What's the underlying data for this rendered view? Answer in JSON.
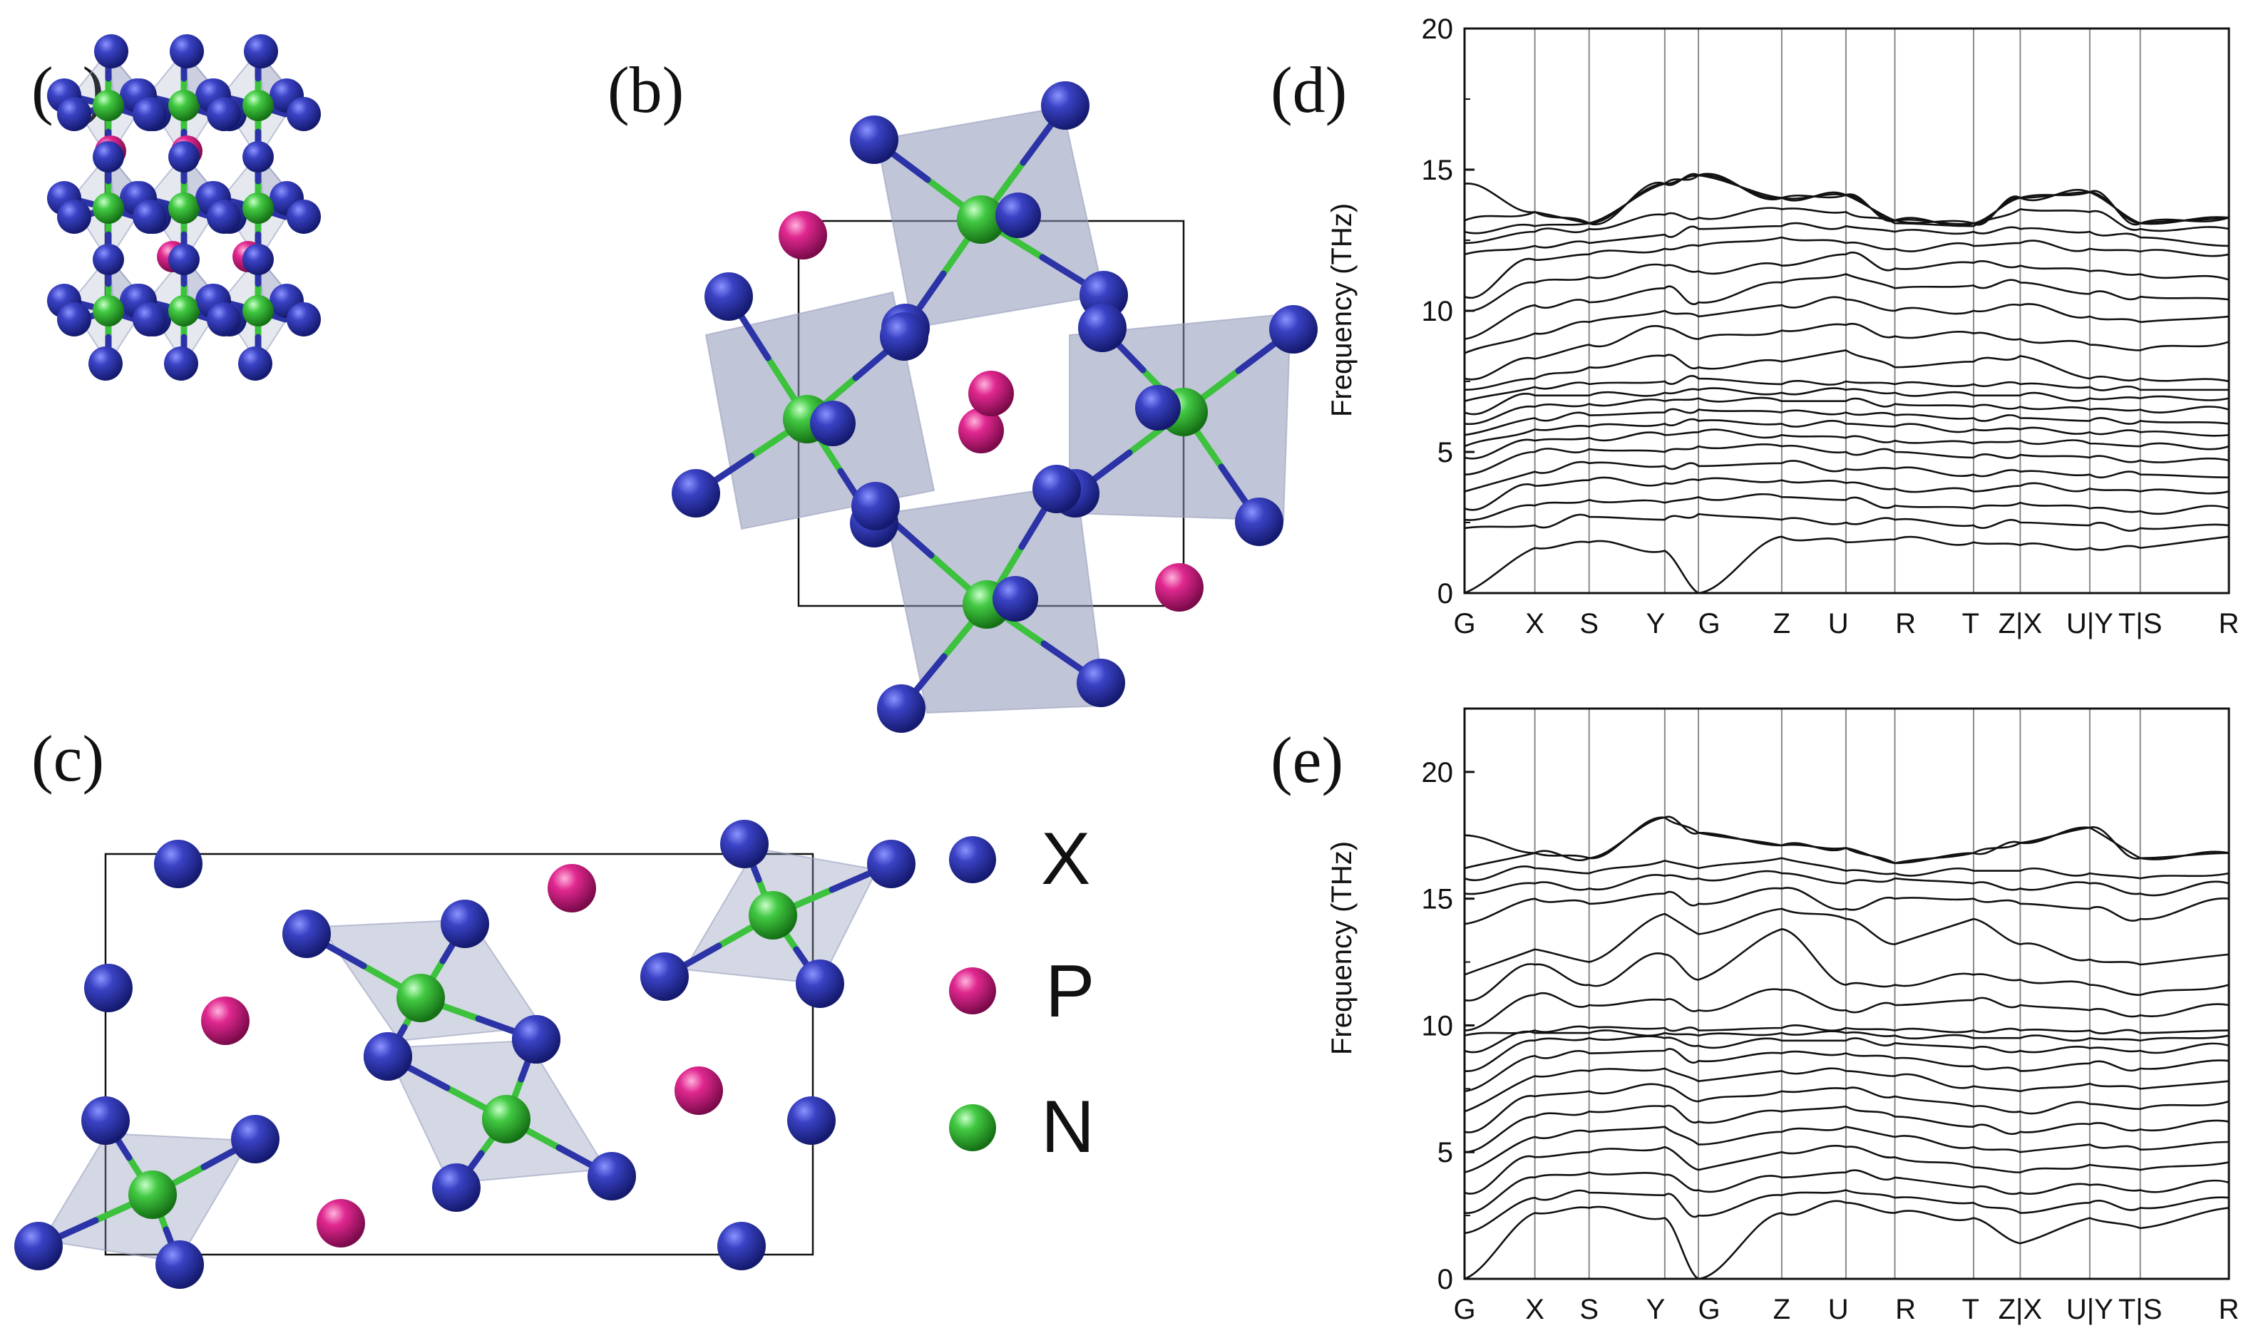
{
  "panels": {
    "a": "(a)",
    "b": "(b)",
    "c": "(c)",
    "d": "(d)",
    "e": "(e)"
  },
  "legend": [
    {
      "label": "X",
      "color": "#2b33a6"
    },
    {
      "label": "P",
      "color": "#d81b86"
    },
    {
      "label": "N",
      "color": "#3cc23c"
    }
  ],
  "colors": {
    "x_atom": "#2b33a6",
    "p_atom": "#d81b86",
    "n_atom": "#3cc23c",
    "octahedron": "#8e96b8"
  },
  "chart_data": [
    {
      "type": "line",
      "panel": "(d)",
      "ylabel": "Frequency (THz)",
      "ylim": [
        0,
        20
      ],
      "yticks": [
        0,
        5,
        10,
        15,
        20
      ],
      "kpath": [
        "G",
        "X",
        "S",
        "Y",
        "G",
        "Z",
        "U",
        "R",
        "T",
        "Z|X",
        "U|Y",
        "T|S",
        "R"
      ],
      "grid_vertical": true,
      "bands_at_kpoints": [
        [
          0,
          2.3,
          2.6,
          3.0,
          3.6,
          4.2,
          4.8,
          5.2,
          5.6,
          6.0,
          6.4,
          6.8,
          7.2,
          7.6,
          8.5,
          9.0,
          10.0,
          10.5,
          12.0,
          12.4,
          12.8,
          13.2,
          14.5
        ],
        [
          1.6,
          2.4,
          3.1,
          3.8,
          4.3,
          5.0,
          5.4,
          5.8,
          6.2,
          6.6,
          7.0,
          7.3,
          7.6,
          8.3,
          9.2,
          10.2,
          11.0,
          11.8,
          12.3,
          12.8,
          13.0,
          13.5
        ],
        [
          1.8,
          2.7,
          3.3,
          4.0,
          4.6,
          5.1,
          5.5,
          5.9,
          6.3,
          6.7,
          7.0,
          7.4,
          8.0,
          8.8,
          9.6,
          10.3,
          11.2,
          12.0,
          12.4,
          12.9,
          13.1
        ],
        [
          1.5,
          2.6,
          3.2,
          3.9,
          4.5,
          5.0,
          5.6,
          6.0,
          6.4,
          6.8,
          7.1,
          7.5,
          8.4,
          9.4,
          10.0,
          10.8,
          11.6,
          12.2,
          12.7,
          13.4,
          14.5
        ],
        [
          0,
          2.8,
          3.4,
          4.0,
          4.5,
          5.2,
          5.7,
          6.1,
          6.5,
          6.9,
          7.2,
          7.6,
          8.0,
          9.0,
          9.8,
          10.3,
          11.4,
          12.3,
          12.9,
          13.3,
          14.8
        ],
        [
          2.0,
          2.6,
          3.4,
          4.0,
          4.6,
          5.2,
          5.6,
          6.0,
          6.4,
          6.8,
          7.1,
          7.4,
          8.2,
          9.3,
          10.2,
          11.0,
          11.6,
          12.6,
          13.0,
          13.6,
          14.0
        ],
        [
          1.8,
          2.5,
          3.3,
          3.9,
          4.4,
          5.0,
          5.5,
          6.0,
          6.4,
          6.8,
          7.2,
          7.5,
          8.6,
          9.5,
          10.4,
          11.3,
          12.0,
          12.4,
          13.0,
          13.5,
          14.1
        ],
        [
          1.9,
          2.6,
          3.1,
          3.7,
          4.4,
          5.0,
          5.4,
          5.9,
          6.3,
          6.7,
          7.1,
          7.4,
          8.0,
          9.1,
          10.0,
          10.8,
          11.5,
          12.2,
          12.8,
          13.1,
          13.2
        ],
        [
          1.8,
          2.4,
          3.0,
          3.6,
          4.2,
          4.8,
          5.3,
          5.8,
          6.2,
          6.6,
          7.0,
          7.4,
          8.2,
          9.2,
          10.0,
          10.9,
          11.7,
          12.3,
          12.8,
          13.0,
          13.1
        ],
        [
          1.7,
          2.5,
          3.2,
          3.8,
          4.3,
          4.9,
          5.4,
          5.8,
          6.2,
          6.6,
          7.0,
          7.4,
          8.4,
          9.0,
          10.2,
          11.0,
          11.6,
          12.4,
          12.9,
          13.6,
          14.0
        ],
        [
          1.6,
          2.4,
          3.0,
          3.7,
          4.2,
          4.8,
          5.3,
          5.7,
          6.1,
          6.5,
          6.9,
          7.3,
          7.6,
          8.8,
          9.8,
          10.6,
          11.4,
          12.2,
          12.8,
          13.5,
          14.2
        ],
        [
          1.6,
          2.3,
          2.9,
          3.6,
          4.2,
          4.7,
          5.2,
          5.7,
          6.1,
          6.5,
          6.9,
          7.2,
          7.6,
          8.6,
          9.6,
          10.5,
          11.3,
          12.1,
          12.6,
          12.9,
          13.1
        ],
        [
          2.0,
          2.4,
          3.0,
          3.6,
          4.1,
          4.7,
          5.2,
          5.6,
          6.0,
          6.5,
          6.9,
          7.2,
          7.5,
          8.9,
          9.8,
          10.4,
          11.1,
          12.0,
          12.3,
          12.9,
          13.3
        ]
      ]
    },
    {
      "type": "line",
      "panel": "(e)",
      "ylabel": "Frequency (THz)",
      "ylim": [
        0,
        22.5
      ],
      "yticks": [
        0,
        5,
        10,
        15,
        20
      ],
      "kpath": [
        "G",
        "X",
        "S",
        "Y",
        "G",
        "Z",
        "U",
        "R",
        "T",
        "Z|X",
        "U|Y",
        "T|S",
        "R"
      ],
      "grid_vertical": true,
      "bands_at_kpoints": [
        [
          0,
          1.8,
          2.6,
          3.4,
          4.2,
          5.0,
          5.8,
          6.6,
          7.4,
          8.2,
          9.0,
          9.6,
          9.8,
          11.0,
          12.0,
          14.0,
          15.2,
          15.8,
          16.2,
          17.5
        ],
        [
          2.6,
          3.2,
          4.0,
          4.8,
          5.6,
          6.4,
          7.2,
          8.0,
          8.8,
          9.4,
          9.7,
          9.8,
          11.2,
          12.4,
          13.0,
          15.0,
          15.6,
          16.2,
          16.8
        ],
        [
          2.8,
          3.4,
          4.2,
          5.0,
          5.8,
          6.6,
          7.4,
          8.2,
          8.9,
          9.5,
          9.7,
          9.9,
          10.8,
          11.6,
          12.5,
          14.8,
          15.4,
          16.0,
          16.6
        ],
        [
          2.4,
          3.3,
          4.1,
          5.2,
          6.0,
          6.8,
          7.6,
          8.3,
          9.0,
          9.5,
          9.7,
          9.9,
          11.0,
          12.8,
          14.4,
          15.2,
          15.9,
          16.5,
          18.2
        ],
        [
          0,
          2.5,
          3.5,
          4.3,
          5.3,
          6.2,
          7.0,
          7.8,
          8.6,
          9.2,
          9.6,
          9.8,
          10.6,
          11.8,
          13.6,
          14.8,
          15.8,
          16.2,
          17.6
        ],
        [
          2.6,
          3.3,
          4.0,
          5.0,
          5.8,
          6.6,
          7.4,
          8.2,
          8.9,
          9.4,
          9.7,
          9.9,
          11.4,
          13.8,
          14.6,
          15.4,
          16.0,
          16.6,
          17.1
        ],
        [
          3.0,
          3.5,
          4.2,
          5.2,
          6.0,
          6.8,
          7.5,
          8.2,
          8.9,
          9.4,
          9.7,
          9.9,
          10.6,
          11.6,
          14.2,
          14.6,
          15.6,
          16.1,
          17.0
        ],
        [
          2.6,
          3.2,
          4.0,
          4.8,
          5.6,
          6.4,
          7.2,
          8.0,
          8.7,
          9.3,
          9.6,
          9.8,
          10.8,
          11.6,
          13.2,
          15.0,
          15.8,
          16.0,
          16.4
        ],
        [
          2.4,
          3.0,
          3.6,
          4.4,
          5.2,
          6.0,
          6.8,
          7.6,
          8.4,
          9.1,
          9.5,
          9.8,
          11.0,
          12.0,
          14.2,
          15.0,
          15.6,
          16.1,
          16.8
        ],
        [
          1.4,
          2.6,
          3.4,
          4.2,
          5.0,
          5.8,
          6.6,
          7.4,
          8.2,
          9.0,
          9.5,
          9.8,
          10.8,
          11.8,
          13.2,
          14.8,
          15.4,
          16.1,
          17.2
        ],
        [
          2.4,
          3.0,
          3.7,
          4.5,
          5.3,
          6.1,
          6.9,
          7.7,
          8.5,
          9.1,
          9.5,
          9.8,
          10.6,
          11.6,
          12.6,
          14.6,
          15.6,
          16.0,
          17.8
        ],
        [
          2.0,
          2.8,
          3.5,
          4.3,
          5.1,
          5.9,
          6.7,
          7.5,
          8.3,
          9.0,
          9.4,
          9.7,
          10.4,
          11.2,
          12.4,
          14.2,
          15.2,
          15.8,
          16.6
        ],
        [
          2.8,
          3.2,
          3.8,
          4.6,
          5.4,
          6.2,
          7.0,
          7.8,
          8.6,
          9.2,
          9.6,
          9.8,
          10.8,
          11.6,
          12.8,
          15.0,
          15.6,
          16.0,
          16.8
        ]
      ]
    }
  ]
}
